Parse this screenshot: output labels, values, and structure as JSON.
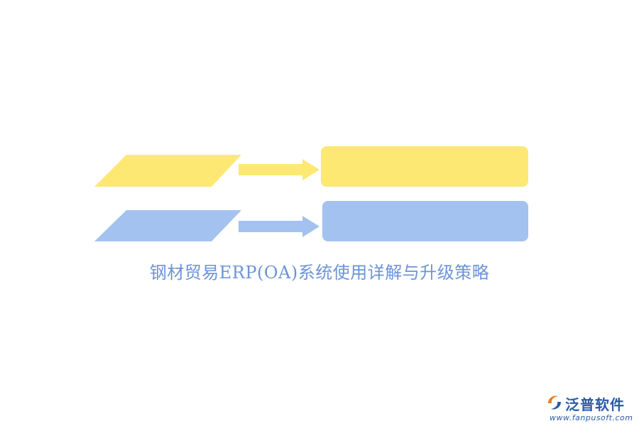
{
  "colors": {
    "yellow": "#fde874",
    "blue": "#a3c2ef",
    "title": "#6c94d6",
    "logo_blue": "#2a5ba8",
    "logo_orange": "#ef7d1d"
  },
  "title": "钢材贸易ERP(OA)系统使用详解与升级策略",
  "logo": {
    "icon": "fanpu-swirl-icon",
    "name": "泛普软件",
    "url": "www.fanpusoft.com"
  }
}
